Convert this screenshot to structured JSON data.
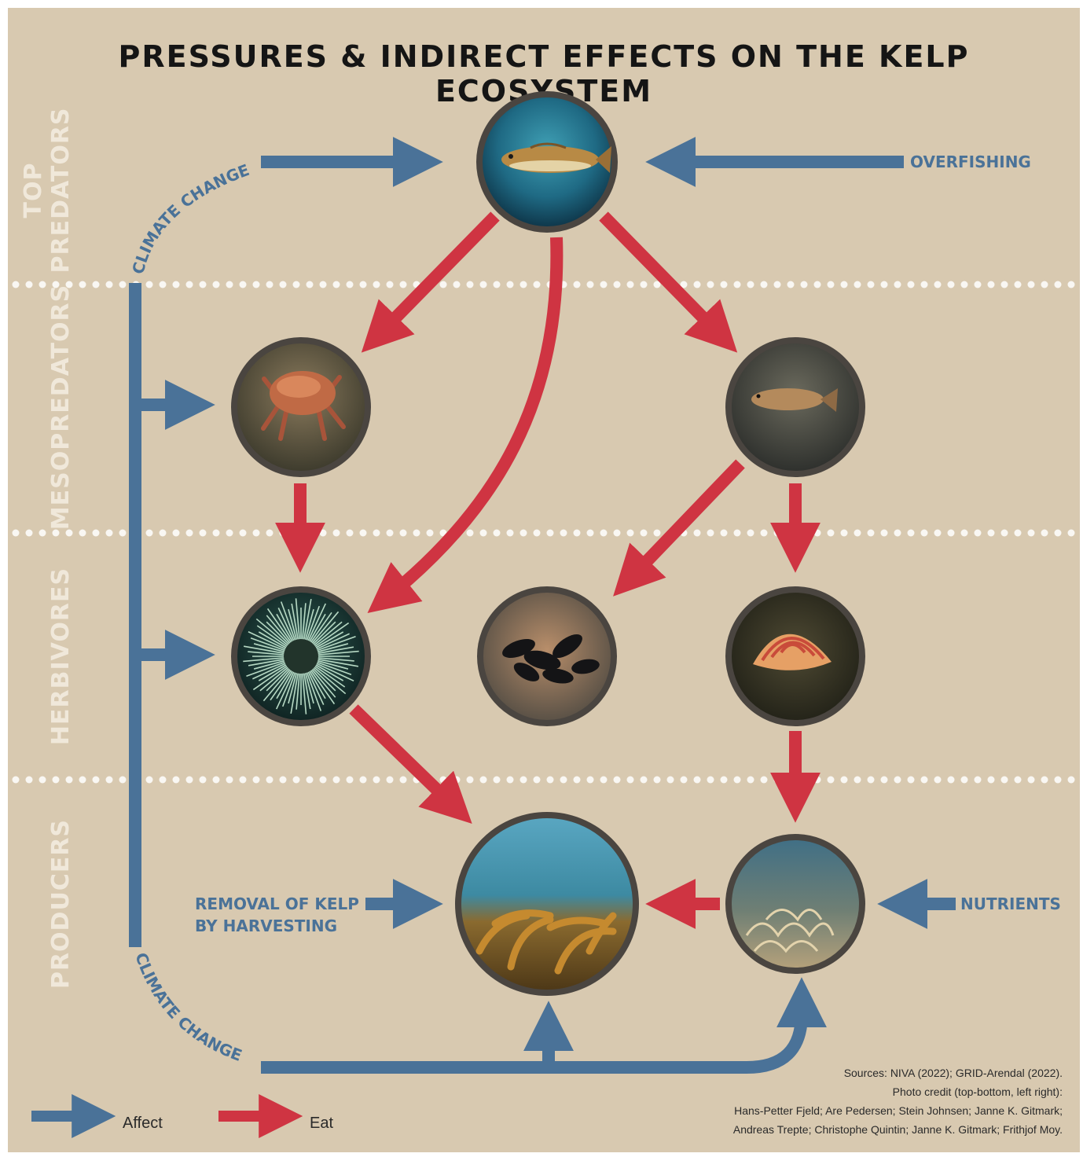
{
  "title": "PRESSURES & INDIRECT EFFECTS ON THE KELP ECOSYSTEM",
  "bands": {
    "top_line1": "TOP",
    "top_line2": "PREDATORS",
    "meso": "MESOPREDATORS",
    "herb": "HERBIVORES",
    "prod": "PRODUCERS"
  },
  "pressures": {
    "climate_change_top": "CLIMATE CHANGE",
    "climate_change_bottom": "CLIMATE CHANGE",
    "overfishing": "OVERFISHING",
    "removal_line1": "REMOVAL OF KELP",
    "removal_line2": "BY HARVESTING",
    "nutrients": "NUTRIENTS"
  },
  "nodes": {
    "cod": "cod-photo",
    "crab": "crab-photo",
    "wrasse": "wrasse-photo",
    "urchin": "urchin-photo",
    "mussels": "mussels-photo",
    "snail": "snail-photo",
    "kelp": "kelp-forest-photo",
    "turf": "turf-algae-photo"
  },
  "legend": {
    "affect": "Affect",
    "eat": "Eat"
  },
  "sources": {
    "line1": "Sources: NIVA (2022); GRID-Arendal (2022).",
    "line2": "Photo credit (top-bottom, left right):",
    "line3": "Hans-Petter Fjeld; Are Pedersen; Stein Johnsen; Janne K. Gitmark;",
    "line4": "Andreas Trepte; Christophe Quintin; Janne K. Gitmark; Frithjof Moy."
  },
  "colors": {
    "background": "#d8c9b0",
    "affect_arrow": "#4a7298",
    "eat_arrow": "#cf3442",
    "band_text": "#f0e8da",
    "circle_ring": "#4a4540"
  }
}
